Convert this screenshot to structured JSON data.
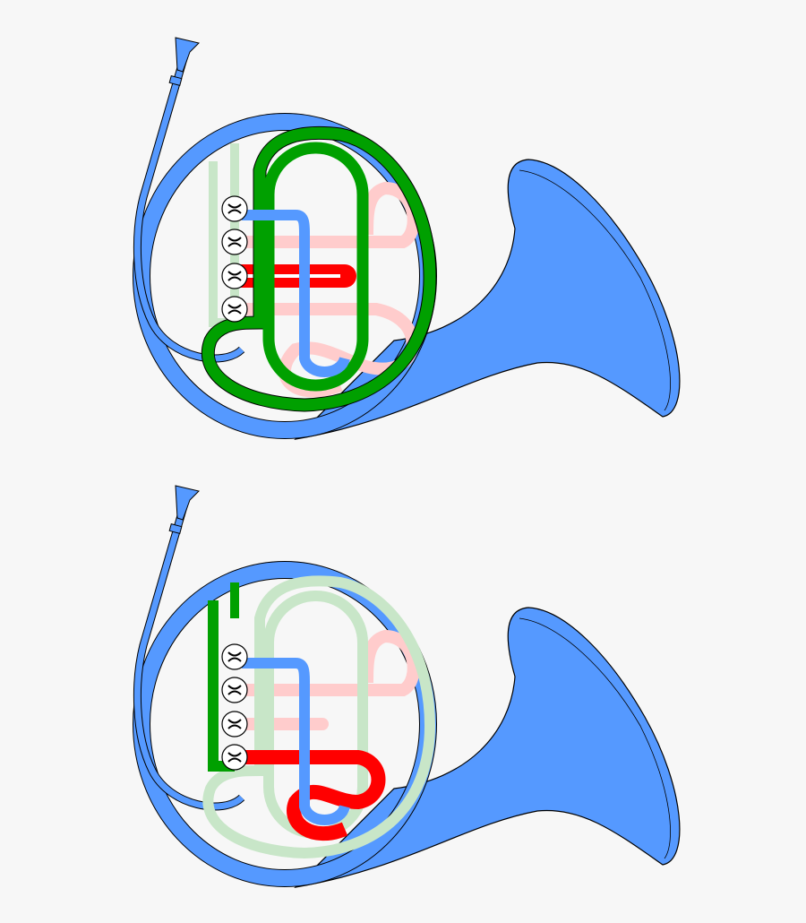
{
  "colors": {
    "background": "#f7f7f7",
    "brass_blue": "#5599ff",
    "outline": "#000000",
    "active_green": "#00a000",
    "inactive_green": "#c8e6c8",
    "active_red": "#ff0000",
    "inactive_pink": "#ffcccc",
    "valve_white": "#ffffff"
  },
  "diagrams": [
    {
      "state": "valves-up",
      "main_loop": "active_green",
      "slide_1": "inactive_pink",
      "slide_2": "active_red",
      "slide_3": "inactive_pink",
      "alt_loop": "inactive_green"
    },
    {
      "state": "valves-down",
      "main_loop": "inactive_green",
      "slide_1": "inactive_pink",
      "slide_2": "inactive_pink",
      "slide_3": "active_red",
      "alt_loop": "active_green"
    }
  ]
}
